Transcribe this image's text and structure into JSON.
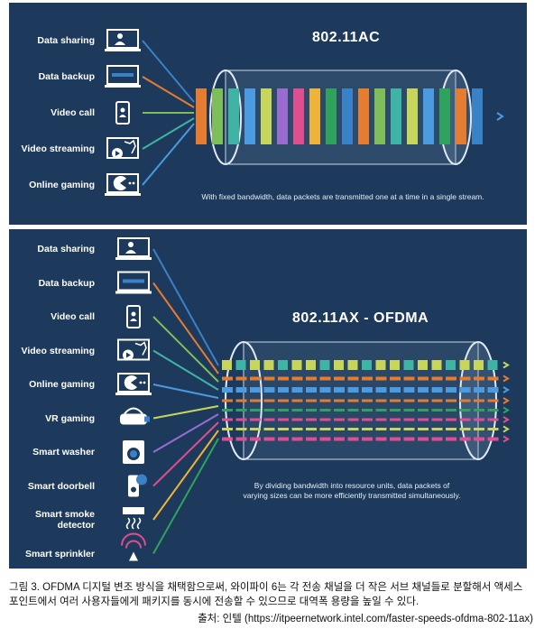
{
  "top": {
    "title": "802.11AC",
    "caption": "With fixed bandwidth, data packets are transmitted one at a time in a single stream.",
    "devices": [
      {
        "label": "Data sharing",
        "icon": "laptop-user-icon"
      },
      {
        "label": "Data backup",
        "icon": "monitor-progress-icon"
      },
      {
        "label": "Video call",
        "icon": "phone-user-icon"
      },
      {
        "label": "Video streaming",
        "icon": "tv-play-icon"
      },
      {
        "label": "Online gaming",
        "icon": "monitor-pacman-icon"
      }
    ]
  },
  "bottom": {
    "title": "802.11AX - OFDMA",
    "caption_line1": "By dividing bandwidth into resource units, data packets of",
    "caption_line2": "varying sizes can be more efficiently transmitted simultaneously.",
    "devices": [
      {
        "label": "Data sharing",
        "icon": "laptop-user-icon"
      },
      {
        "label": "Data backup",
        "icon": "monitor-progress-icon"
      },
      {
        "label": "Video call",
        "icon": "phone-user-icon"
      },
      {
        "label": "Video streaming",
        "icon": "tv-play-icon"
      },
      {
        "label": "Online gaming",
        "icon": "monitor-pacman-icon"
      },
      {
        "label": "VR gaming",
        "icon": "vr-headset-icon"
      },
      {
        "label": "Smart washer",
        "icon": "washer-icon"
      },
      {
        "label": "Smart doorbell",
        "icon": "doorbell-icon"
      },
      {
        "label": "Smart smoke\ndetector",
        "icon": "smoke-detector-icon"
      },
      {
        "label": "Smart sprinkler",
        "icon": "sprinkler-icon"
      }
    ]
  },
  "colors": {
    "background": "#1d3a5c",
    "stream": [
      "#3a82c8",
      "#e57c2f",
      "#7fbd58",
      "#3fb3a4",
      "#4a9be0",
      "#c7d65a",
      "#9a6ccf",
      "#e04e8f",
      "#f0b33a",
      "#2fa35b"
    ]
  },
  "figure_caption": "그림 3. OFDMA 디지털 변조 방식을 채택함으로써, 와이파이 6는 각 전송 채널을 더 작은 서브 채널들로 분할해서 액세스 포인트에서 여러 사용자들에게 패키지를 동시에 전송할 수 있으므로 대역폭 용량을 높일 수 있다.",
  "figure_source": "출처: 인텔 (https://itpeernetwork.intel.com/faster-speeds-ofdma-802-11ax)"
}
